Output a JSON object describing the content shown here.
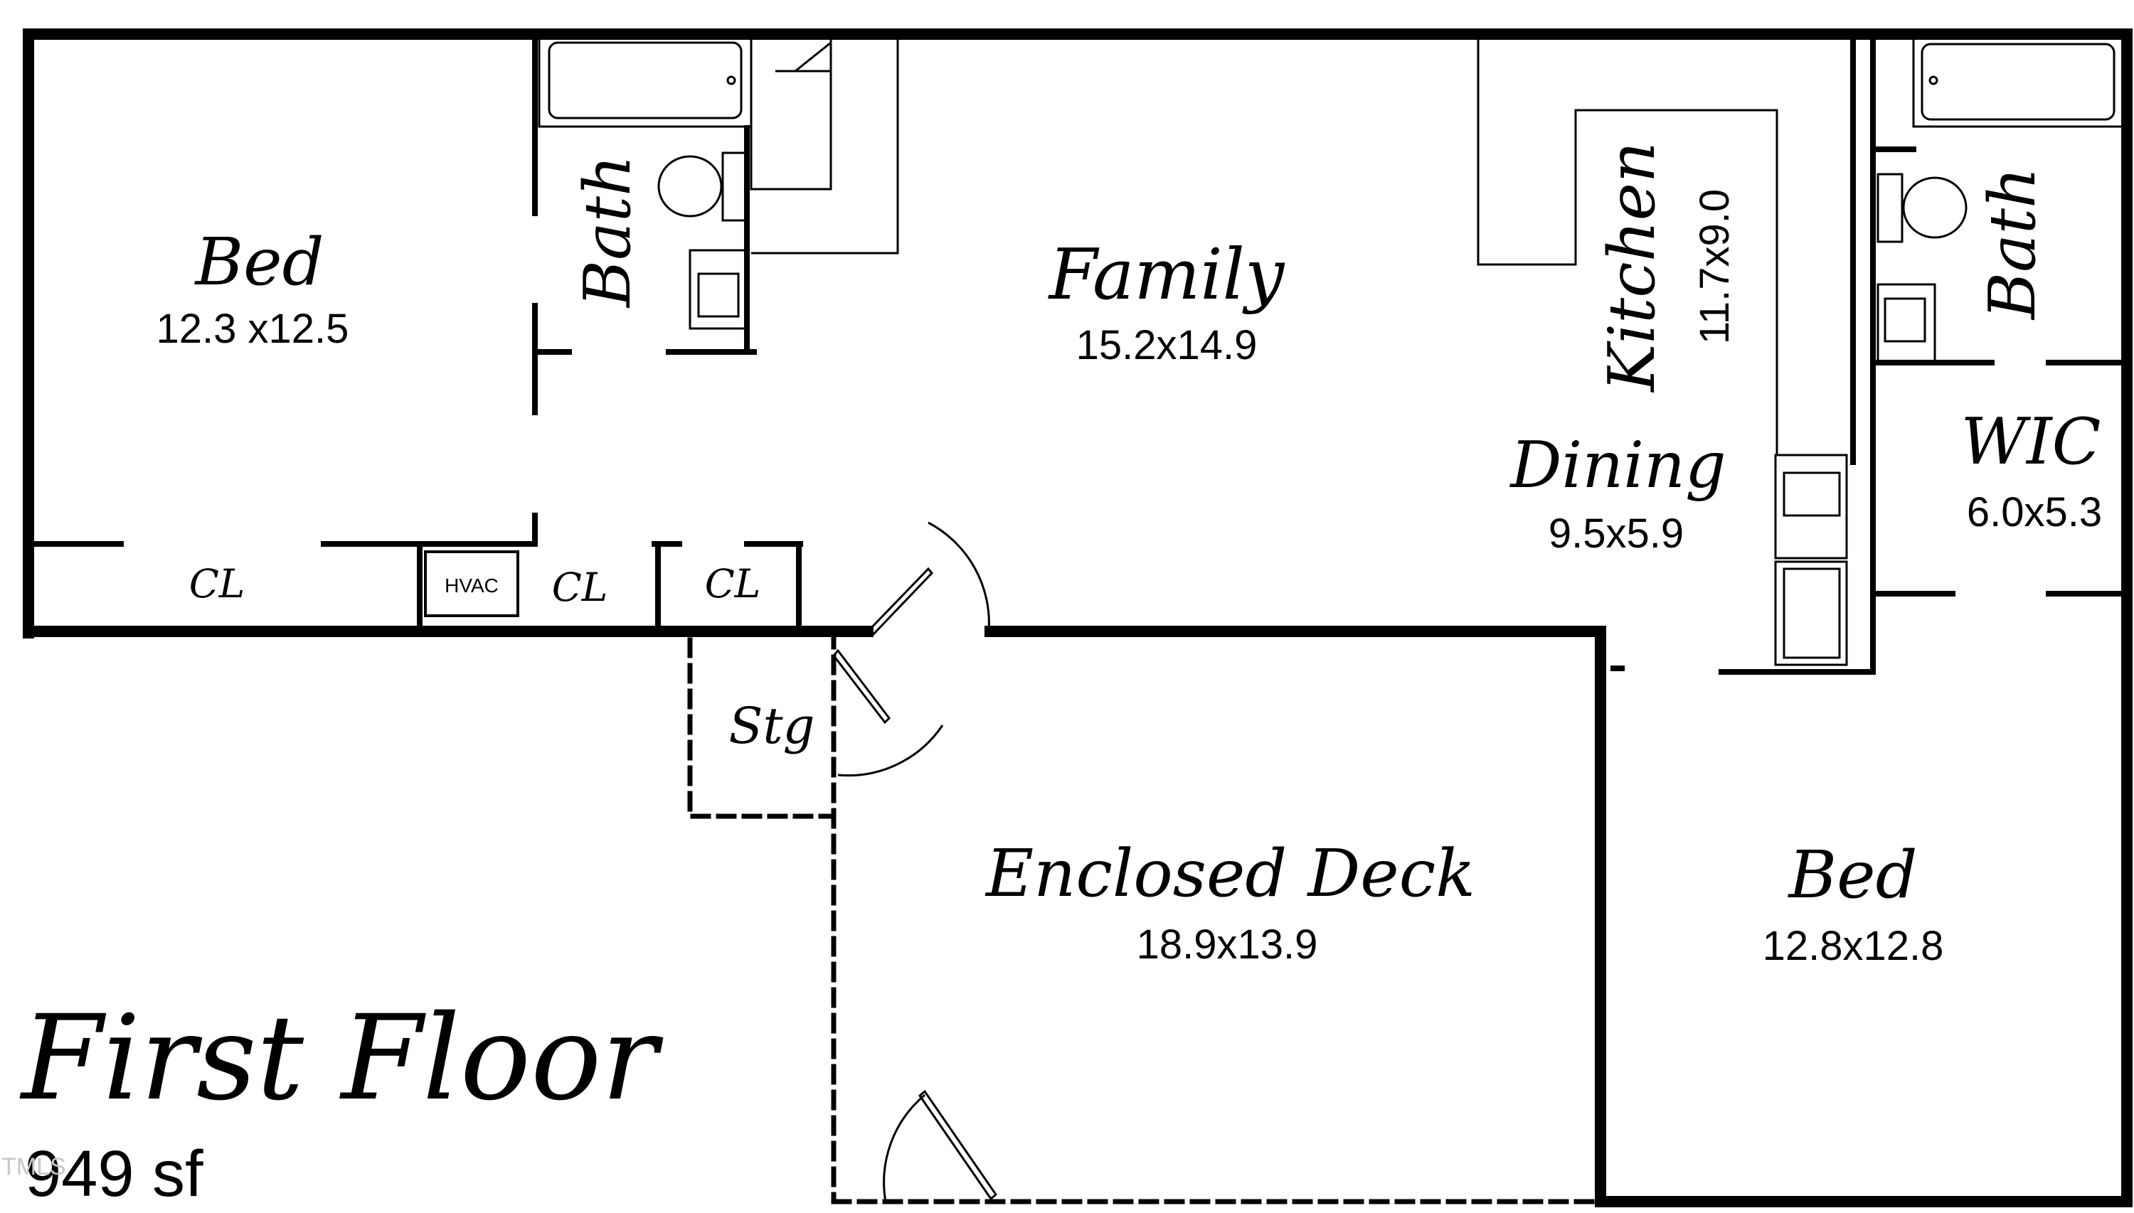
{
  "plan": {
    "title": "First Floor",
    "area": "949 sf",
    "watermark": "TMLS"
  },
  "rooms": {
    "bed_left": {
      "name": "Bed",
      "dims": "12.3 x12.5"
    },
    "bath_left": {
      "name": "Bath"
    },
    "family": {
      "name": "Family",
      "dims": "15.2x14.9"
    },
    "kitchen": {
      "name": "Kitchen",
      "dims": "11.7x9.0"
    },
    "bath_right": {
      "name": "Bath"
    },
    "dining": {
      "name": "Dining",
      "dims": "9.5x5.9"
    },
    "wic": {
      "name": "WIC",
      "dims": "6.0x5.3"
    },
    "cl_1": {
      "name": "CL"
    },
    "hvac": {
      "name": "HVAC"
    },
    "cl_2": {
      "name": "CL"
    },
    "cl_3": {
      "name": "CL"
    },
    "stg": {
      "name": "Stg"
    },
    "deck": {
      "name": "Enclosed Deck",
      "dims": "18.9x13.9"
    },
    "bed_right": {
      "name": "Bed",
      "dims": "12.8x12.8"
    }
  }
}
